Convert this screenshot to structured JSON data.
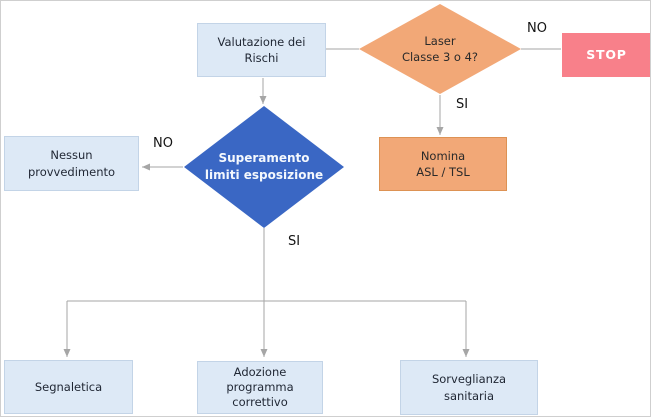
{
  "diagram": {
    "type": "flowchart",
    "language": "it",
    "nodes": {
      "valutazione": {
        "label": "Valutazione dei\nRischi",
        "shape": "process"
      },
      "laser": {
        "label": "Laser\nClasse 3 o 4?",
        "shape": "decision"
      },
      "stop": {
        "label": "STOP",
        "shape": "terminator"
      },
      "nomina": {
        "label": "Nomina\nASL / TSL",
        "shape": "process"
      },
      "nessun": {
        "label": "Nessun\nprovvedimento",
        "shape": "process"
      },
      "superamento": {
        "label": "Superamento\nlimiti esposizione",
        "shape": "decision"
      },
      "segnaletica": {
        "label": "Segnaletica",
        "shape": "process"
      },
      "adozione": {
        "label": "Adozione\nprogramma\ncorrettivo",
        "shape": "process"
      },
      "sorveglianza": {
        "label": "Sorveglianza\nsanitaria",
        "shape": "process"
      }
    },
    "edge_labels": {
      "laser_no": "NO",
      "laser_si": "SI",
      "superamento_no": "NO",
      "superamento_si": "SI"
    },
    "edges": [
      {
        "from": "valutazione",
        "to": "laser",
        "label": ""
      },
      {
        "from": "laser",
        "to": "stop",
        "label": "NO"
      },
      {
        "from": "laser",
        "to": "nomina",
        "label": "SI"
      },
      {
        "from": "valutazione",
        "to": "superamento",
        "label": ""
      },
      {
        "from": "superamento",
        "to": "nessun",
        "label": "NO"
      },
      {
        "from": "superamento",
        "to": "segnaletica",
        "label": "SI"
      },
      {
        "from": "superamento",
        "to": "adozione",
        "label": "SI"
      },
      {
        "from": "superamento",
        "to": "sorveglianza",
        "label": "SI"
      }
    ],
    "colors": {
      "process_fill": "#dde9f6",
      "process_border": "#c3d4e7",
      "laser_diamond_fill": "#f2a877",
      "nomina_fill": "#f2a877",
      "nomina_border": "#dd9254",
      "superamento_fill": "#3a67c4",
      "stop_fill": "#f8808a",
      "stop_text": "#ffffff",
      "connector": "#a6a6a6",
      "text_dark": "#1f2633"
    }
  }
}
